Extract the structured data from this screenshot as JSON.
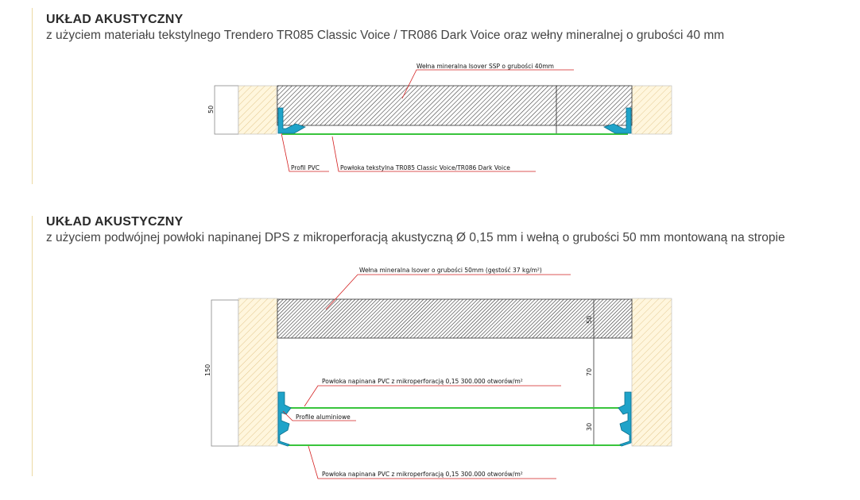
{
  "colors": {
    "accent_line": "#ecd9a3",
    "wall_fill": "#fff6dd",
    "wall_hatch": "#e0c48c",
    "wool_hatch": "#333333",
    "profile": "#1fa3c9",
    "membrane": "#39c43c",
    "leader": "#d42020"
  },
  "sections": [
    {
      "title": "UKŁAD AKUSTYCZNY",
      "subtitle": "z użyciem materiału tekstylnego Trendero TR085 Classic Voice / TR086 Dark Voice oraz wełny mineralnej o grubości 40 mm",
      "labels": {
        "wool": "Wełna mineralna Isover SSP o grubości 40mm",
        "profile": "Profil PVC",
        "textile": "Powłoka tekstylna TR085 Classic Voice/TR086 Dark Voice"
      },
      "dims": {
        "height": "50"
      }
    },
    {
      "title": "UKŁAD AKUSTYCZNY",
      "subtitle": "z użyciem podwójnej powłoki napinanej DPS z mikroperforacją akustyczną Ø 0,15 mm i wełną o grubości 50 mm montowaną na stropie",
      "labels": {
        "wool": "Wełna mineralna Isover o grubości 50mm (gęstość 37 kg/m²)",
        "upper_membrane": "Powłoka napinana PVC z mikroperforacją 0,15  300.000 otworów/m²",
        "profile": "Profile aluminiowe",
        "lower_membrane": "Powłoka napinana PVC z mikroperforacją 0,15  300.000 otworów/m²"
      },
      "dims": {
        "total": "150",
        "wool": "50",
        "gap": "70",
        "between": "30"
      }
    }
  ]
}
